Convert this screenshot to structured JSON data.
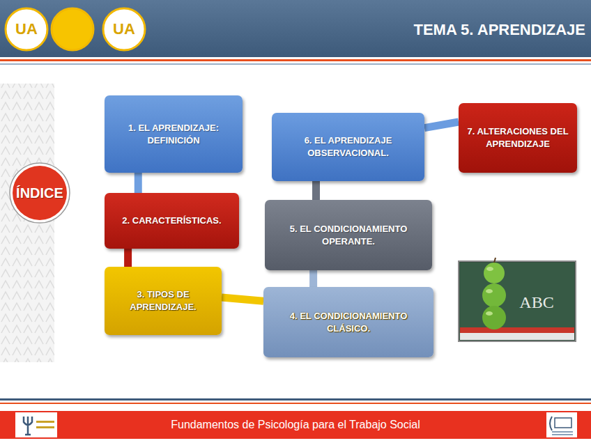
{
  "diagram": {
    "title": "TEMA 5. APRENDIZAJE",
    "nodes": [
      {
        "text": [
          "ÍNDICE"
        ]
      },
      {
        "text": [
          "1. EL APRENDIZAJE: DEFINICIÓN"
        ]
      },
      {
        "text": [
          "2. CARACTERÍSTICAS."
        ]
      },
      {
        "text": [
          "3. TIPOS DE APRENDIZAJE."
        ]
      },
      {
        "text": [
          "4. EL CONDICIONAMIENTO CLÁSICO."
        ]
      },
      {
        "text": [
          "5. EL CONDICIONAMIENTO OPERANTE."
        ]
      },
      {
        "text": [
          "6. EL APRENDIZAJE OBSERVACIONAL."
        ]
      },
      {
        "text": [
          "7. ALTERACIONES DEL APRENDIZAJE"
        ]
      }
    ],
    "edges": [
      {
        "from": 1,
        "to": 2,
        "arrow": "none"
      },
      {
        "from": 2,
        "to": 3,
        "arrow": "none"
      },
      {
        "from": 3,
        "to": 4,
        "arrow": "none"
      },
      {
        "from": 4,
        "to": 5,
        "arrow": "none"
      },
      {
        "from": 5,
        "to": 6,
        "arrow": "none"
      },
      {
        "from": 6,
        "to": 7,
        "arrow": "none"
      }
    ],
    "labels": [
      "UA",
      "UA",
      "Fundamentos de Psicología para el Trabajo Social",
      "ABC"
    ]
  }
}
